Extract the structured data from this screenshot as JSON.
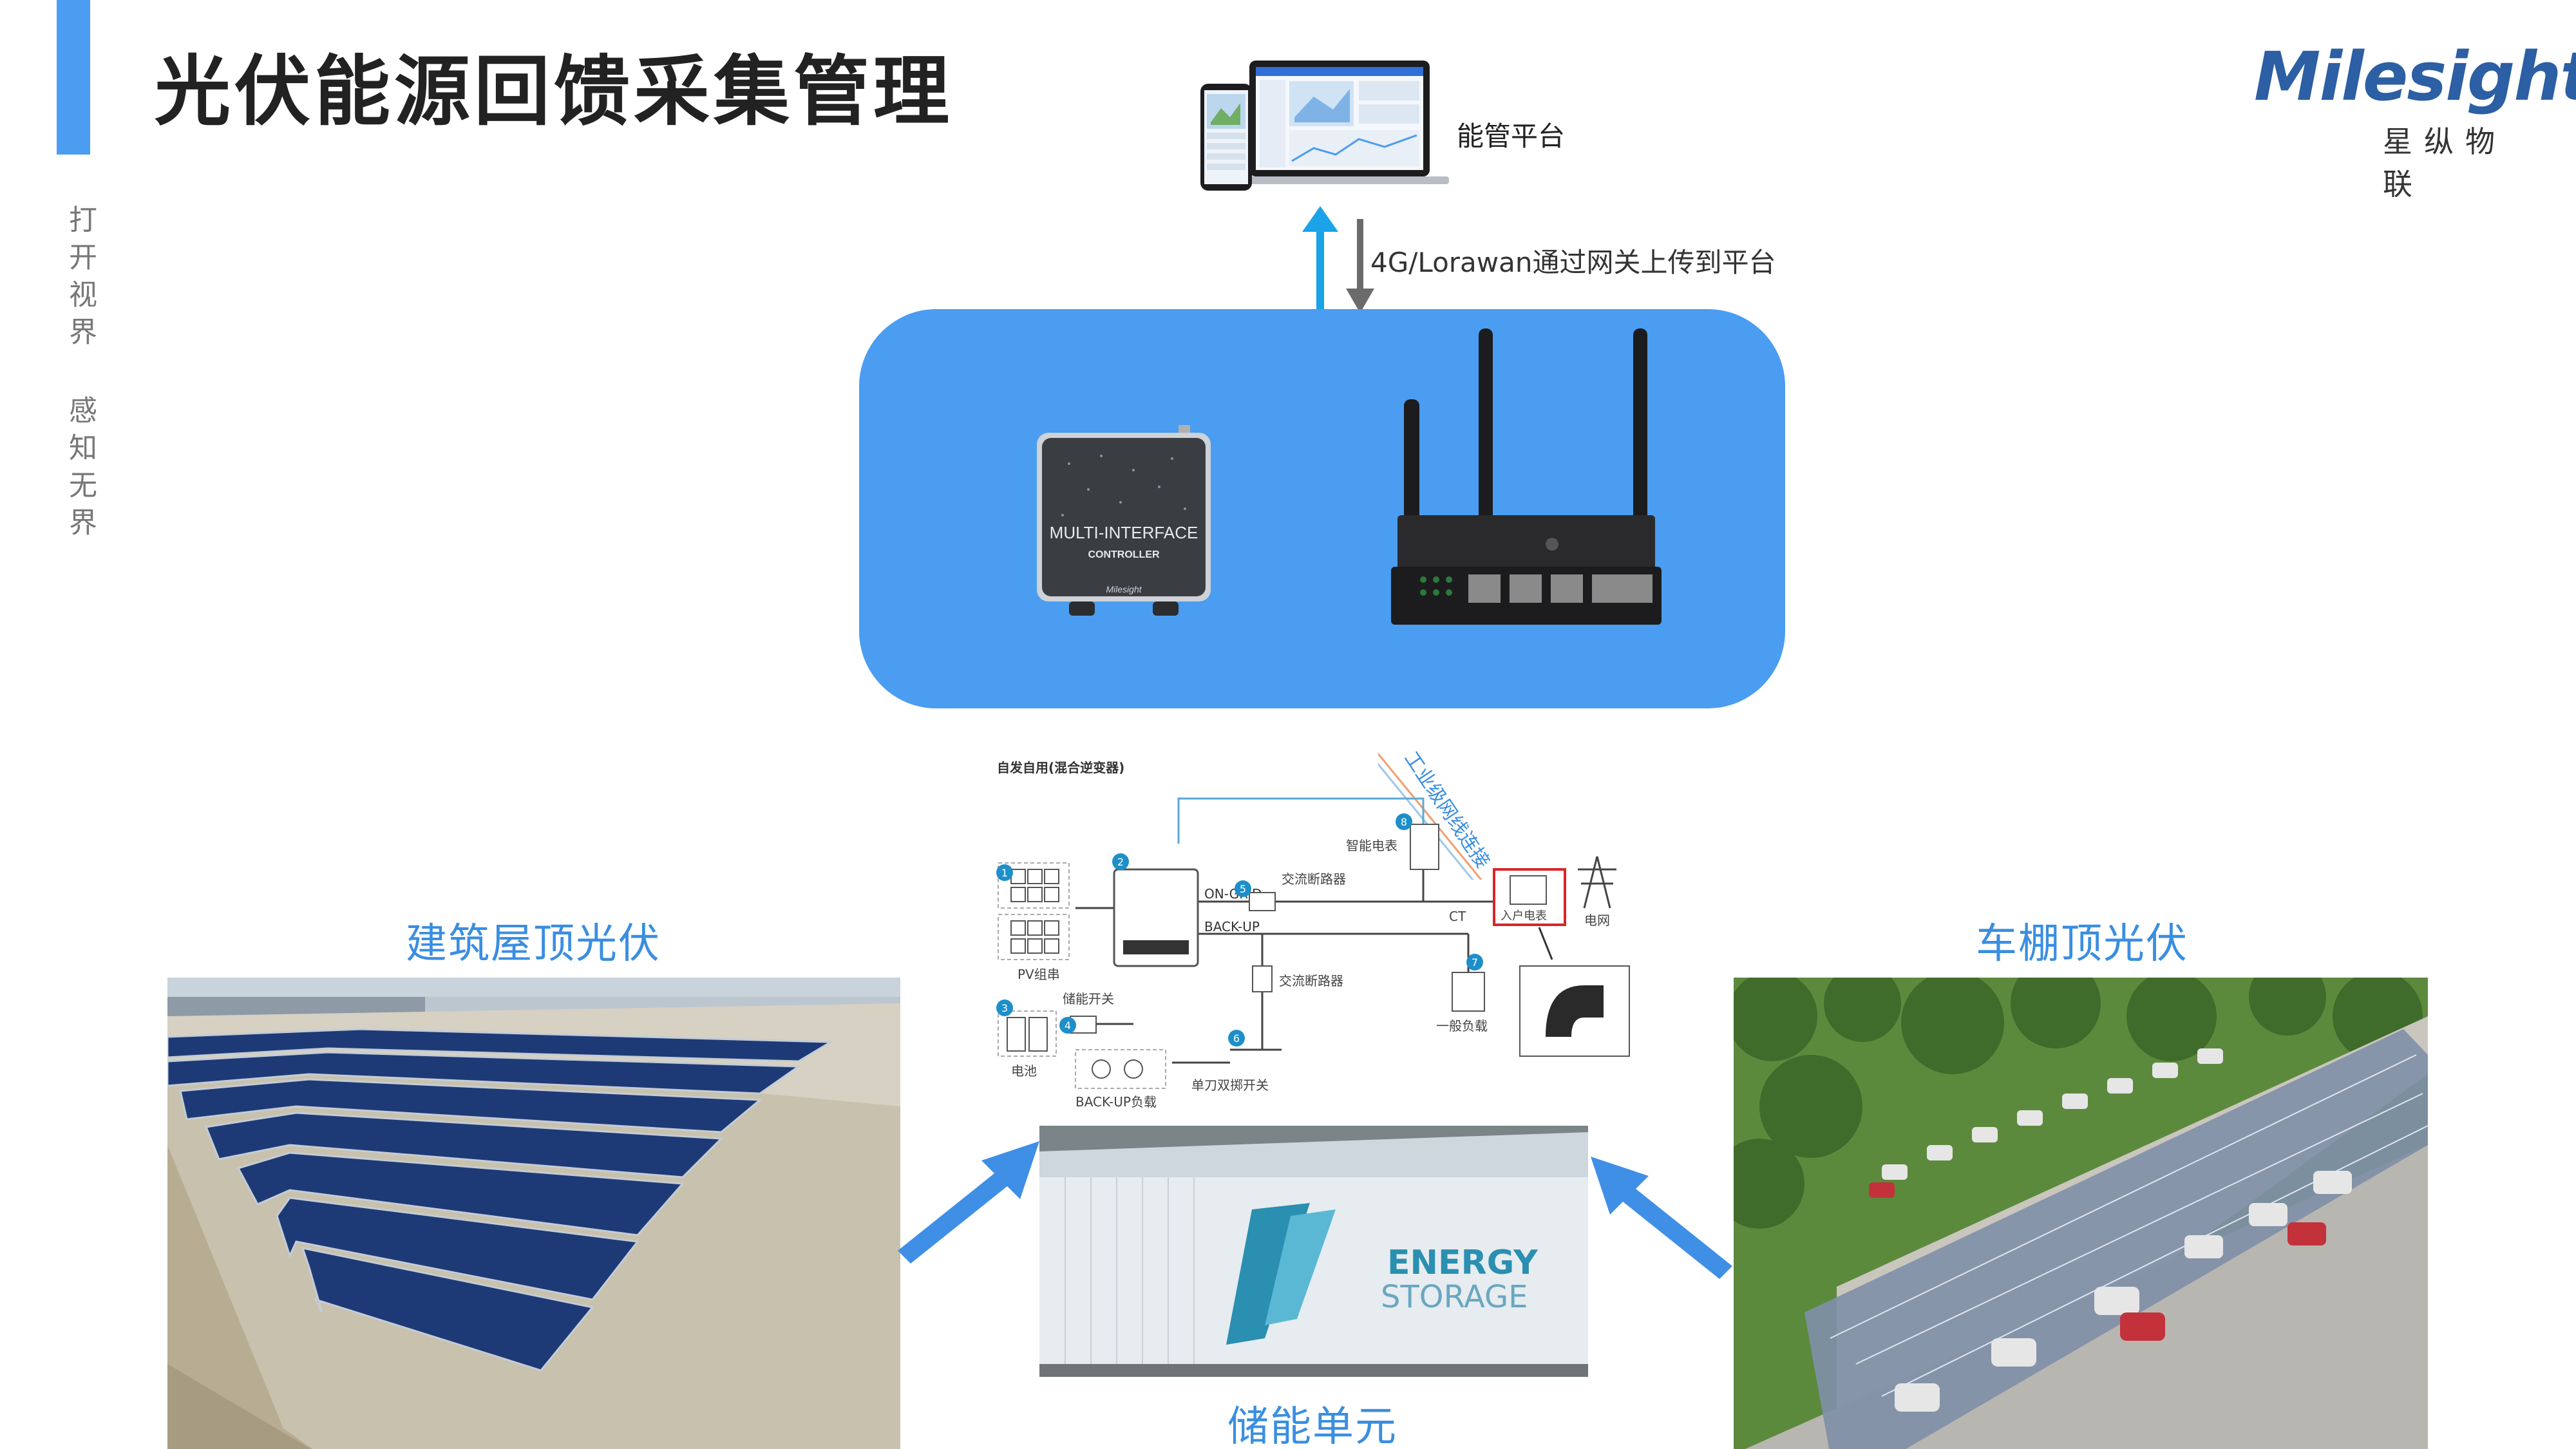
{
  "header": {
    "title": "光伏能源回馈采集管理"
  },
  "side_slogan": [
    "打开视界",
    "感知无界"
  ],
  "logo": {
    "word": "Milesight",
    "sub": "星纵物联"
  },
  "platform": {
    "label": "能管平台"
  },
  "link": {
    "label": "4G/Lorawan通过网关上传到平台"
  },
  "devices": {
    "controller_line1": "MULTI-INTERFACE",
    "controller_line2": "CONTROLLER",
    "controller_brand": "Milesight"
  },
  "diagram": {
    "title": "自发自用(混合逆变器)",
    "cable_label": "工业级网线连接",
    "labels": {
      "on_grid": "ON-GRID",
      "back_up": "BACK-UP",
      "pv_string": "PV组串",
      "storage_switch": "储能开关",
      "battery": "电池",
      "backup_load": "BACK-UP负载",
      "dpdt_switch": "单刀双掷开关",
      "ac_breaker_1": "交流断路器",
      "ac_breaker_2": "交流断路器",
      "smart_meter": "智能电表",
      "general_load": "一般负载",
      "ct": "CT",
      "home_meter": "入户电表",
      "grid": "电网"
    },
    "badges": [
      "1",
      "2",
      "3",
      "4",
      "5",
      "6",
      "7",
      "8"
    ]
  },
  "storage": {
    "label": "储能单元",
    "text_line1": "ENERGY",
    "text_line2": "STORAGE"
  },
  "sections": {
    "building": "建筑屋顶光伏",
    "carport": "车棚顶光伏"
  },
  "colors": {
    "accent": "#4a9df0",
    "label_blue": "#3a8ee0",
    "brand": "#2c5fa3"
  }
}
